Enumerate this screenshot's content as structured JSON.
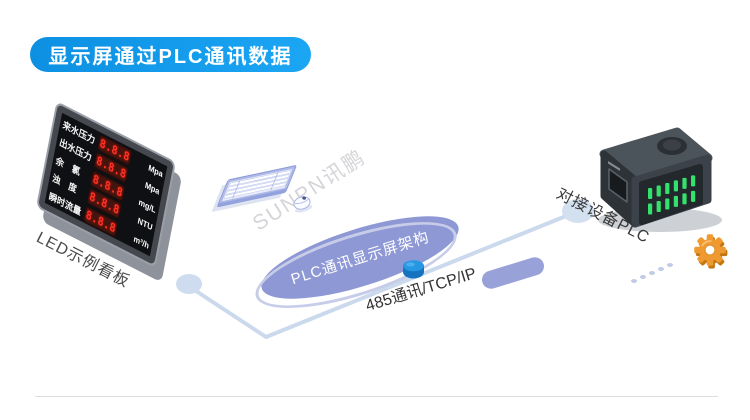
{
  "banner": {
    "title": "显示屏通过PLC通讯数据"
  },
  "led_board": {
    "label": "LED示例看板",
    "rows": [
      {
        "name": "来水压力",
        "value": "8.8.8",
        "unit": "Mpa"
      },
      {
        "name": "出水压力",
        "value": "8.8.8",
        "unit": "Mpa"
      },
      {
        "name": "余　氯",
        "value": "8.8.8",
        "unit": "mg/L"
      },
      {
        "name": "浊　度",
        "value": "8.8.8",
        "unit": "NTU"
      },
      {
        "name": "瞬时流量",
        "value": "8.8.8",
        "unit": "m³/h"
      }
    ]
  },
  "diagram": {
    "ellipse_label": "PLC通讯显示屏架构",
    "link_label": "485通讯/TCP/IP",
    "plc_label": "对接设备PLC"
  },
  "watermark": "SUNPN讯鹏",
  "colors": {
    "banner_blue": "#1398e8",
    "periwinkle": "#8e98d4",
    "line_blue": "#cbd9ec",
    "node_blue": "#d0def0",
    "dot_blue": "#2196e0",
    "led_red": "#ff3226",
    "led_green": "#32e26c",
    "gear_orange": "#f09b33"
  }
}
